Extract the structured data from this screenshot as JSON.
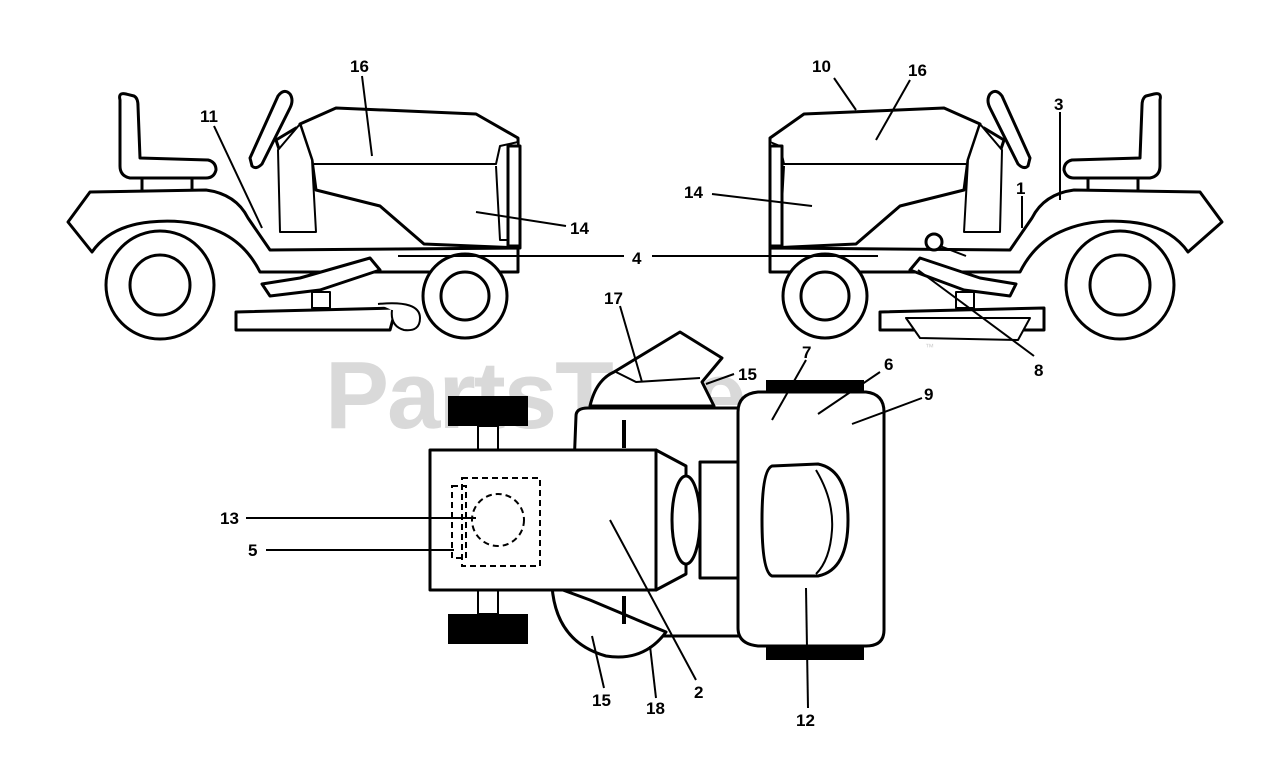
{
  "watermark": {
    "text": "PartsTree",
    "trademark": "™"
  },
  "callouts": {
    "left_16": "16",
    "left_11": "11",
    "left_14": "14",
    "center_4": "4",
    "right_10": "10",
    "right_16": "16",
    "right_3": "3",
    "right_14": "14",
    "right_1": "1",
    "right_8": "8",
    "top_17": "17",
    "top_15a": "15",
    "top_7": "7",
    "top_6": "6",
    "top_9": "9",
    "top_13": "13",
    "top_5": "5",
    "top_2": "2",
    "top_15b": "15",
    "top_18": "18",
    "top_12": "12"
  }
}
